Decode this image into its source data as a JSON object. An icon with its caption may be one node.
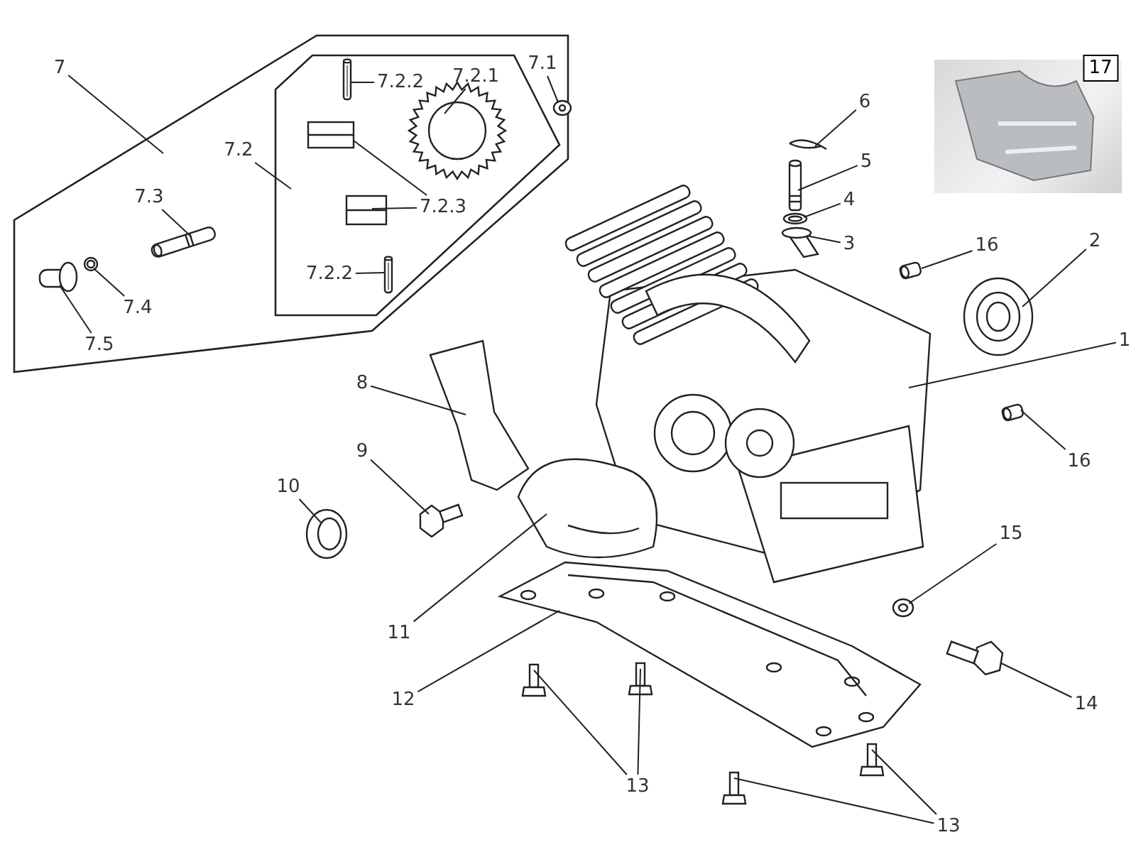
{
  "diagram": {
    "nodes": [
      {
        "text": [
          "7"
        ]
      },
      {
        "text": [],
        "shape": "box"
      },
      {
        "text": [
          "7.2"
        ],
        "in": 1
      },
      {
        "text": [],
        "shape": "box",
        "in": 1
      },
      {
        "text": [
          "7.2.2"
        ],
        "in": 3
      },
      {
        "text": [
          "7.2.1"
        ],
        "in": 3
      },
      {
        "text": [
          "7.2.3"
        ],
        "in": 3
      },
      {
        "text": [
          "7.2.2"
        ],
        "in": 3
      },
      {
        "text": [
          "7.1"
        ],
        "in": 1
      },
      {
        "text": [
          "7.3"
        ],
        "in": 1
      },
      {
        "text": [
          "7.4"
        ],
        "in": 1
      },
      {
        "text": [
          "7.5"
        ],
        "in": 1
      },
      {
        "text": [],
        "shape": "picture"
      },
      {
        "text": [
          "17"
        ],
        "in": 12
      },
      {
        "text": [
          "6"
        ]
      },
      {
        "text": [
          "5"
        ]
      },
      {
        "text": [
          "4"
        ]
      },
      {
        "text": [
          "3"
        ]
      },
      {
        "text": [
          "16"
        ]
      },
      {
        "text": [
          "2"
        ]
      },
      {
        "text": [
          "1"
        ]
      },
      {
        "text": [
          "8"
        ]
      },
      {
        "text": [
          "9"
        ]
      },
      {
        "text": [
          "10"
        ]
      },
      {
        "text": [
          "16"
        ]
      },
      {
        "text": [
          "15"
        ]
      },
      {
        "text": [
          "11"
        ]
      },
      {
        "text": [
          "14"
        ]
      },
      {
        "text": [
          "12"
        ]
      },
      {
        "text": [
          "13"
        ]
      },
      {
        "text": [
          "13"
        ]
      },
      {
        "text": [],
        "shape": "picture",
        "in": 3
      },
      {
        "text": [],
        "shape": "picture",
        "in": 3
      },
      {
        "text": [],
        "shape": "picture",
        "in": 3
      },
      {
        "text": [],
        "shape": "picture",
        "in": 3
      },
      {
        "text": [],
        "shape": "picture",
        "in": 3
      },
      {
        "text": [],
        "shape": "picture",
        "in": 1
      },
      {
        "text": [],
        "shape": "picture",
        "in": 1
      },
      {
        "text": [],
        "shape": "picture",
        "in": 1
      },
      {
        "text": [],
        "shape": "picture",
        "in": 1
      },
      {
        "text": [],
        "shape": "picture"
      },
      {
        "text": [],
        "shape": "picture"
      },
      {
        "text": [],
        "shape": "picture"
      },
      {
        "text": [],
        "shape": "picture"
      },
      {
        "text": [],
        "shape": "picture"
      },
      {
        "text": [],
        "shape": "picture"
      },
      {
        "text": [],
        "shape": "picture"
      },
      {
        "text": [],
        "shape": "picture"
      },
      {
        "text": [],
        "shape": "picture"
      },
      {
        "text": [],
        "shape": "picture"
      },
      {
        "text": [],
        "shape": "picture"
      },
      {
        "text": [],
        "shape": "picture"
      },
      {
        "text": [],
        "shape": "picture"
      },
      {
        "text": [],
        "shape": "picture"
      },
      {
        "text": [],
        "shape": "picture"
      },
      {
        "text": [],
        "shape": "picture"
      },
      {
        "text": [],
        "shape": "picture"
      },
      {
        "text": [],
        "shape": "picture"
      },
      {
        "text": [],
        "shape": "picture"
      }
    ],
    "edges": [
      {
        "from": 0,
        "to": 1,
        "arrow": "none"
      },
      {
        "from": 2,
        "to": 3,
        "arrow": "none"
      },
      {
        "from": 4,
        "to": 32,
        "arrow": "none"
      },
      {
        "from": 5,
        "to": 31,
        "arrow": "none"
      },
      {
        "from": 6,
        "to": 33,
        "arrow": "none"
      },
      {
        "from": 6,
        "to": 34,
        "arrow": "none"
      },
      {
        "from": 7,
        "to": 35,
        "arrow": "none"
      },
      {
        "from": 8,
        "to": 36,
        "arrow": "none"
      },
      {
        "from": 9,
        "to": 37,
        "arrow": "none"
      },
      {
        "from": 10,
        "to": 38,
        "arrow": "none"
      },
      {
        "from": 11,
        "to": 39,
        "arrow": "none"
      },
      {
        "from": 14,
        "to": 40,
        "arrow": "none"
      },
      {
        "from": 15,
        "to": 41,
        "arrow": "none"
      },
      {
        "from": 16,
        "to": 42,
        "arrow": "none"
      },
      {
        "from": 17,
        "to": 43,
        "arrow": "none"
      },
      {
        "from": 18,
        "to": 44,
        "arrow": "none"
      },
      {
        "from": 19,
        "to": 45,
        "arrow": "none"
      },
      {
        "from": 20,
        "to": 46,
        "arrow": "none"
      },
      {
        "from": 21,
        "to": 47,
        "arrow": "none"
      },
      {
        "from": 22,
        "to": 48,
        "arrow": "none"
      },
      {
        "from": 23,
        "to": 49,
        "arrow": "none"
      },
      {
        "from": 24,
        "to": 50,
        "arrow": "none"
      },
      {
        "from": 25,
        "to": 51,
        "arrow": "none"
      },
      {
        "from": 26,
        "to": 52,
        "arrow": "none"
      },
      {
        "from": 27,
        "to": 53,
        "arrow": "none"
      },
      {
        "from": 28,
        "to": 54,
        "arrow": "none"
      },
      {
        "from": 29,
        "to": 55,
        "arrow": "none"
      },
      {
        "from": 29,
        "to": 56,
        "arrow": "none"
      },
      {
        "from": 30,
        "to": 57,
        "arrow": "none"
      },
      {
        "from": 30,
        "to": 58,
        "arrow": "none"
      }
    ]
  }
}
